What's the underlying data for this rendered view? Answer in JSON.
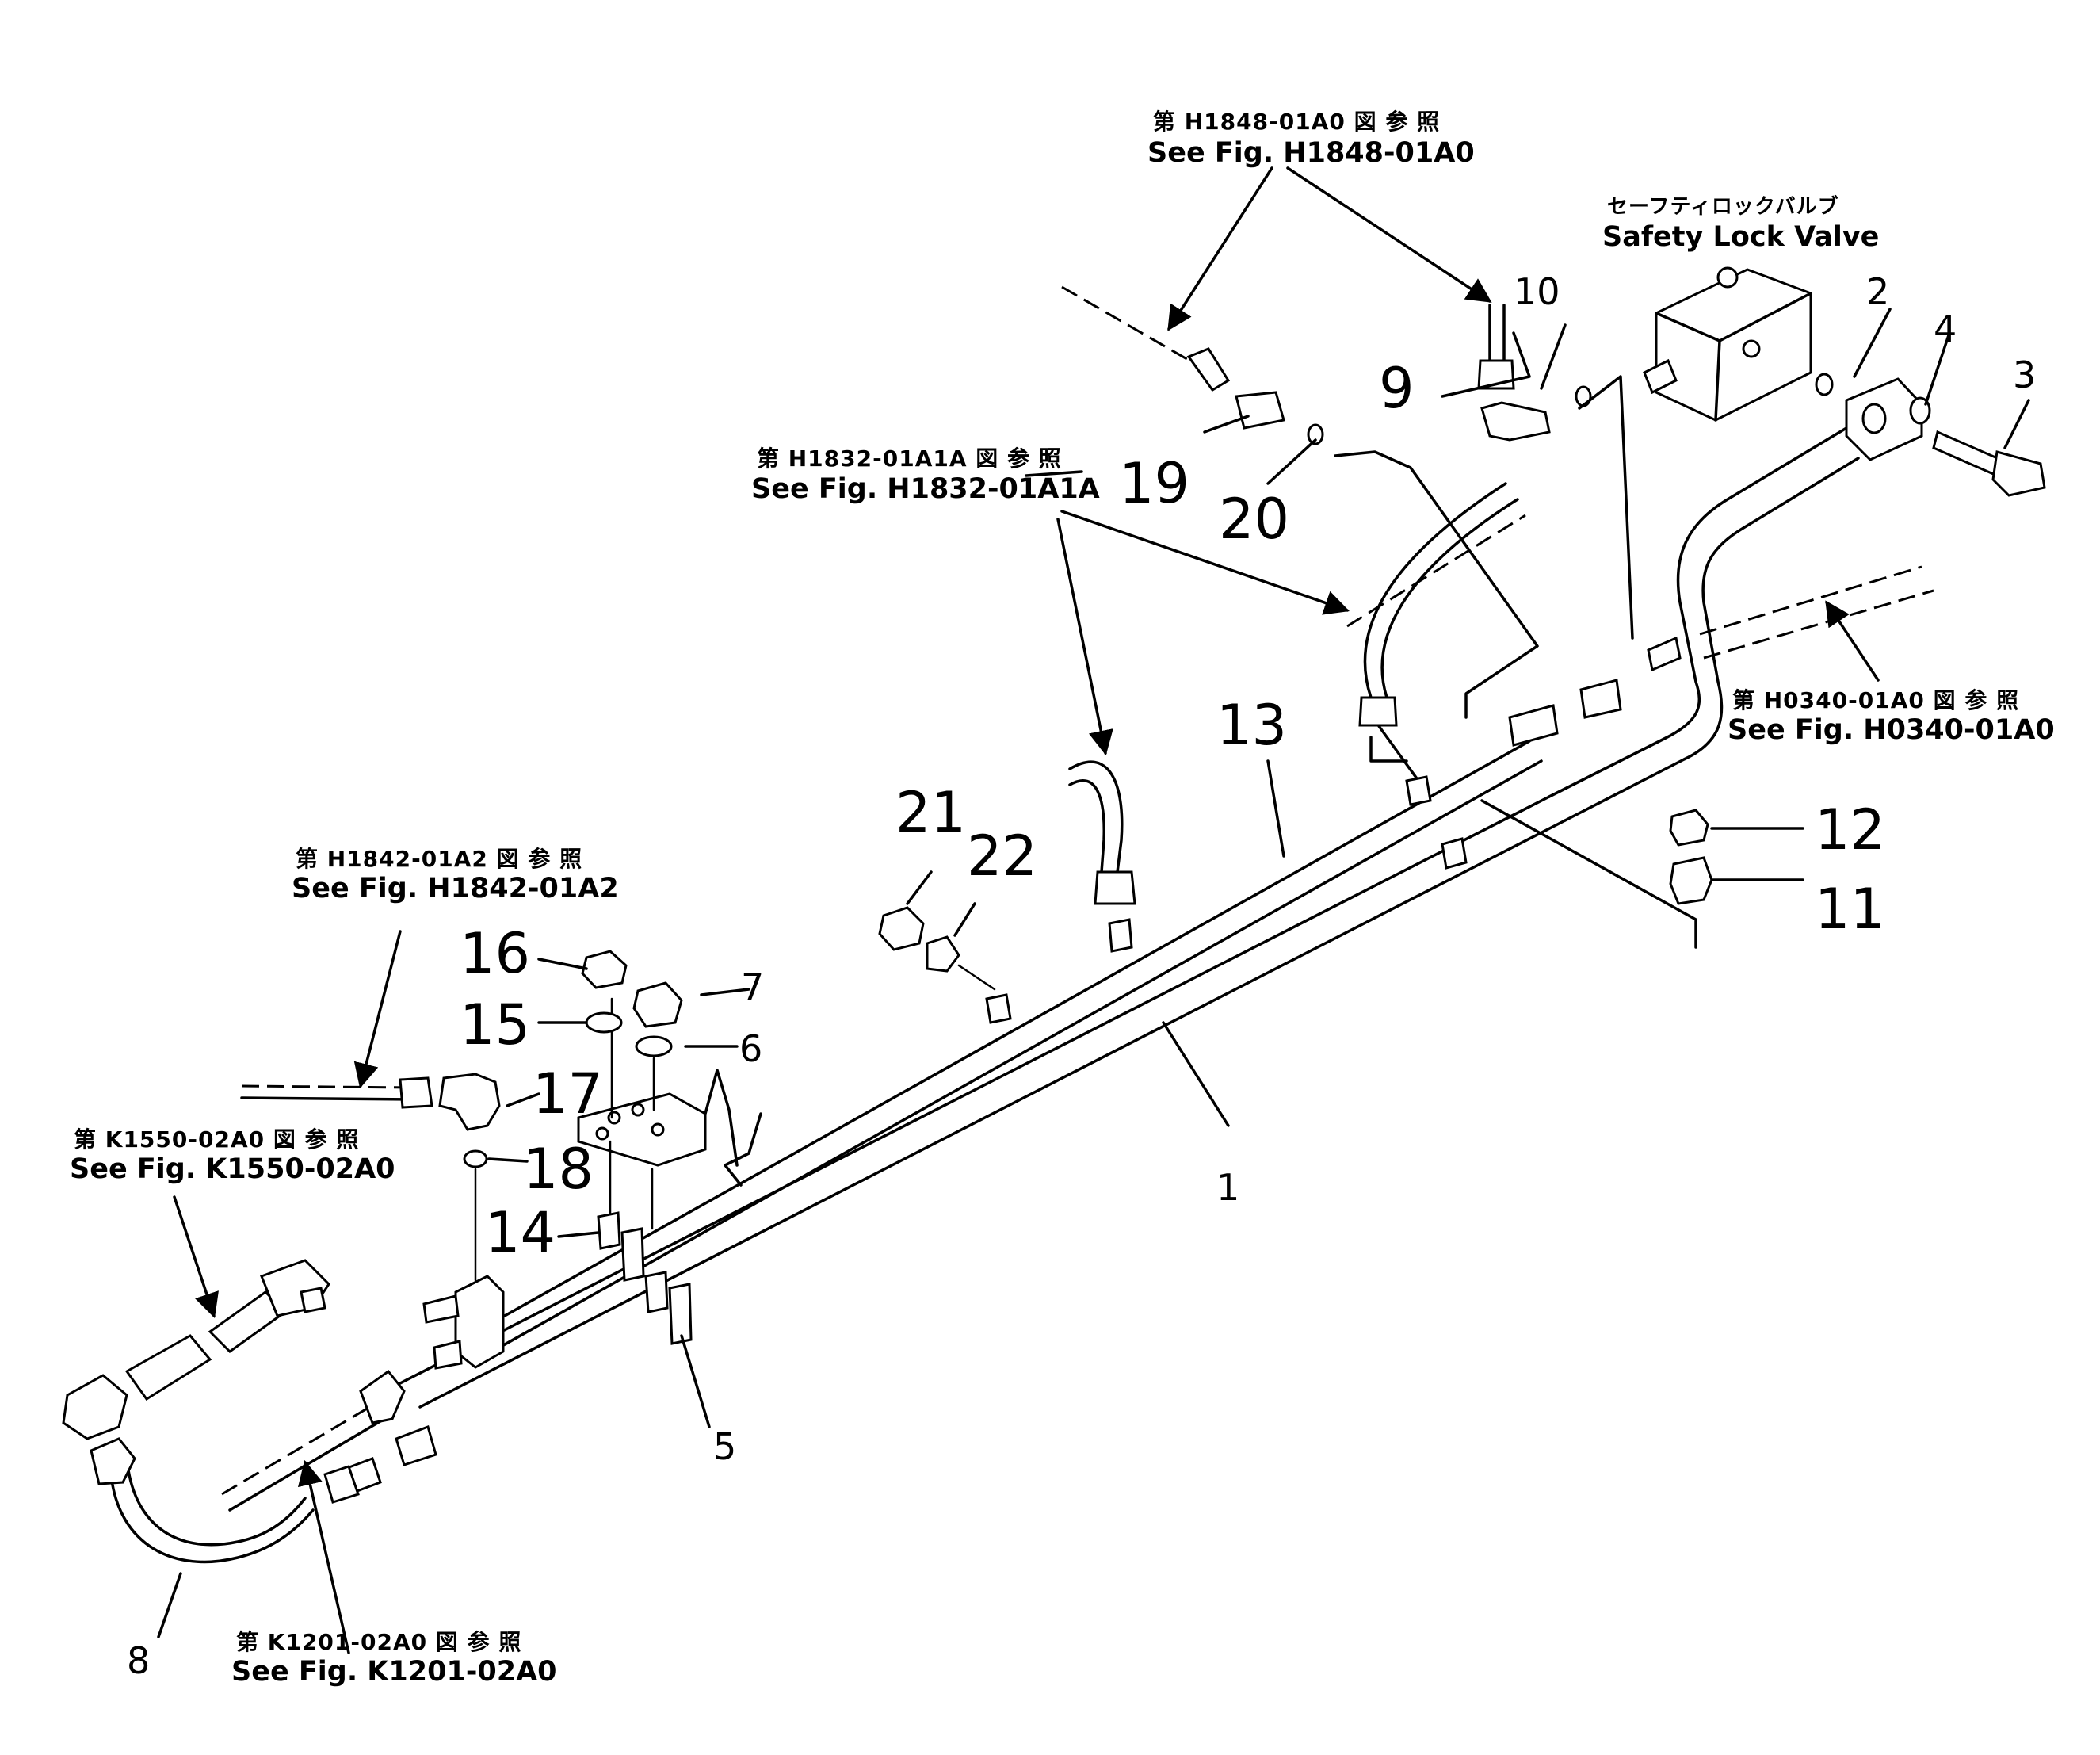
{
  "references": {
    "h1848": {
      "jp": "第 H1848-01A0 図 参 照",
      "en": "See Fig. H1848-01A0"
    },
    "h1832": {
      "jp": "第 H1832-01A1A 図 参 照",
      "en": "See Fig. H1832-01A1A"
    },
    "h0340": {
      "jp": "第 H0340-01A0 図 参 照",
      "en": "See Fig. H0340-01A0"
    },
    "h1842": {
      "jp": "第 H1842-01A2 図 参 照",
      "en": "See Fig. H1842-01A2"
    },
    "k1550": {
      "jp": "第 K1550-02A0 図 参 照",
      "en": "See Fig. K1550-02A0"
    },
    "k1201": {
      "jp": "第 K1201-02A0 図 参 照",
      "en": "See Fig. K1201-02A0"
    }
  },
  "component_label": {
    "jp": "セーフティロックバルブ",
    "en": "Safety Lock Valve"
  },
  "part_numbers": {
    "p1": "1",
    "p2": "2",
    "p3": "3",
    "p4": "4",
    "p5": "5",
    "p6": "6",
    "p7": "7",
    "p8": "8",
    "p9": "9",
    "p10": "10",
    "p11": "11",
    "p12": "12",
    "p13": "13",
    "p14": "14",
    "p15": "15",
    "p16": "16",
    "p17": "17",
    "p18": "18",
    "p19": "19",
    "p20": "20",
    "p21": "21",
    "p22": "22"
  }
}
